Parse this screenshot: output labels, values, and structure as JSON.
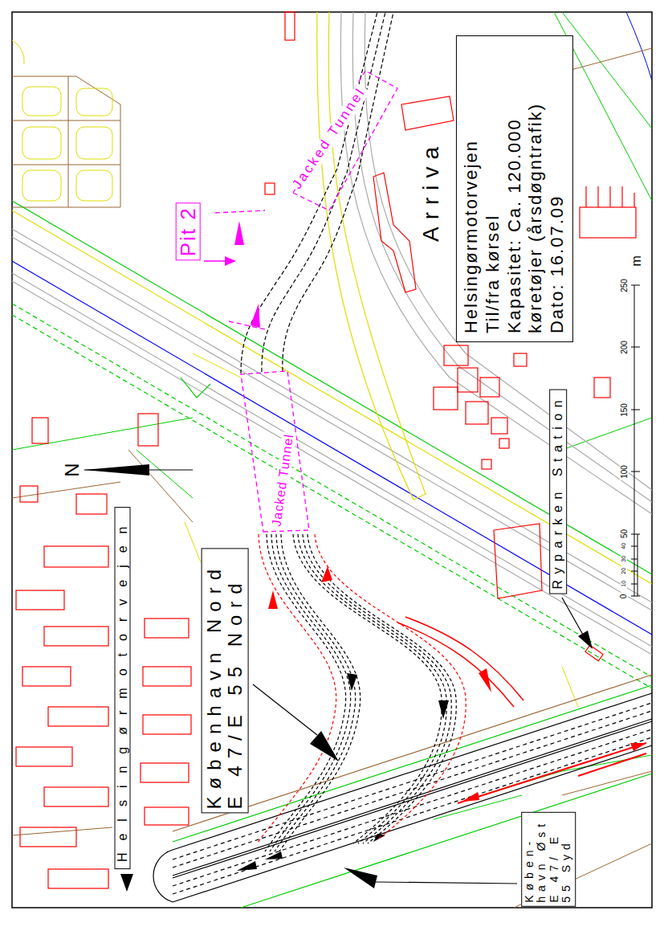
{
  "diagram": {
    "nodes": [
      {
        "text": [
          "Helsingørmotorvejen",
          "Til/fra kørsel",
          "Kapasitet: Ca. 120.000 køretøjer (årsdøgntrafik)",
          "Dato: 16.07.09"
        ]
      },
      {
        "text": [
          "Pit 2"
        ]
      },
      {
        "text": [
          "Ryparken Station"
        ]
      },
      {
        "text": [
          "Helsingørmotorvejen"
        ]
      },
      {
        "text": [
          "København Nord E 47/E 55 Nord"
        ]
      },
      {
        "text": [
          "Køben- havn Øst E 47/ E 55 Syd"
        ]
      }
    ],
    "labels": [
      "Jacked Tunnel",
      "Arriva",
      "Jacked Tunnel",
      "N",
      "0",
      "10",
      "20",
      "30",
      "40",
      "50",
      "100",
      "150",
      "200",
      "250",
      "m"
    ]
  }
}
